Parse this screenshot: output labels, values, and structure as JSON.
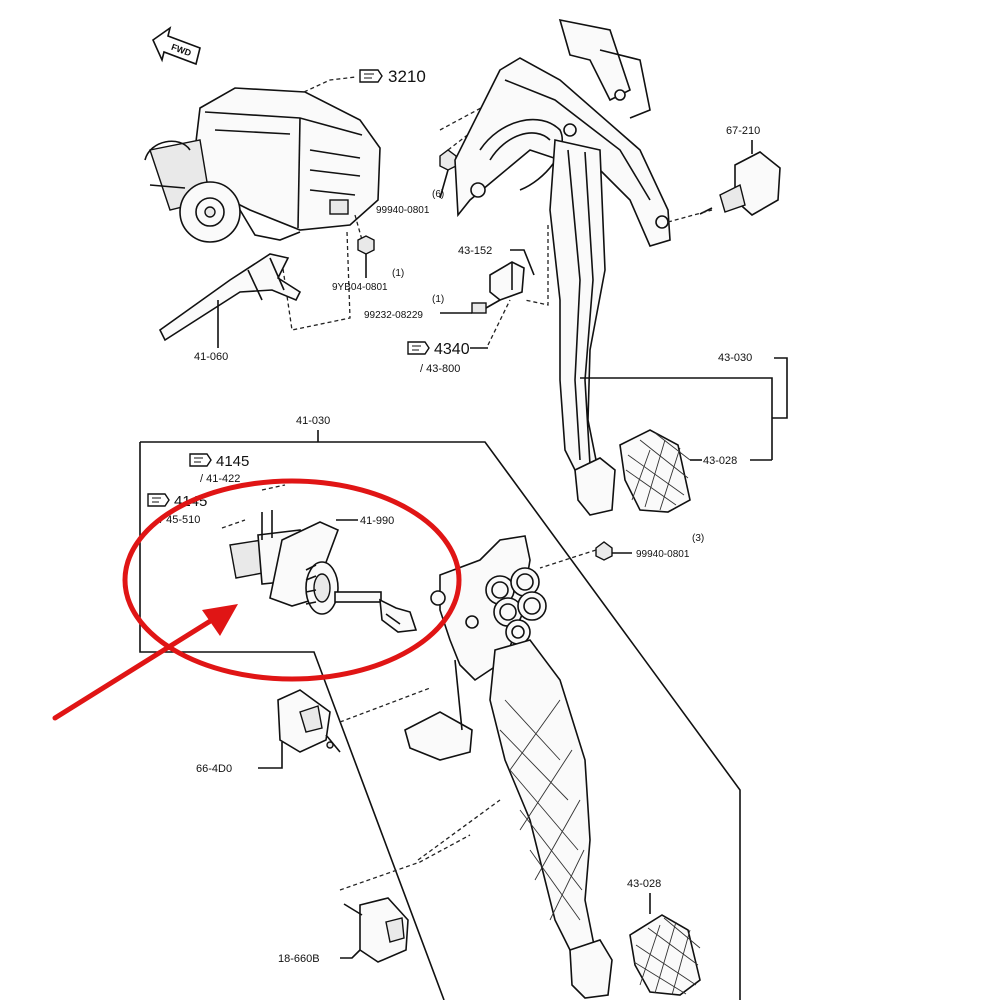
{
  "labels": {
    "fwd": "FWD",
    "p3210": "3210",
    "p67_210": "67-210",
    "p99940_0801_a": "99940-0801",
    "qty_6": "(6)",
    "p43_152": "43-152",
    "p9yb04_0801": "9YB04-0801",
    "qty_1a": "(1)",
    "p99232_08229": "99232-08229",
    "qty_1b": "(1)",
    "p4340": "4340",
    "p43_800": "/ 43-800",
    "p41_060": "41-060",
    "p43_030": "43-030",
    "p43_028_a": "43-028",
    "p41_030": "41-030",
    "p4145": "4145",
    "p41_422": "/ 41-422",
    "p4145b": "4145",
    "p45_510": "/ 45-510",
    "p41_990": "41-990",
    "qty_3": "(3)",
    "p99940_0801_b": "99940-0801",
    "p66_4d0": "66-4D0",
    "p43_028_b": "43-028",
    "p18_660b": "18-660B"
  },
  "colors": {
    "line": "#111111",
    "highlight": "#e01515",
    "background": "#ffffff"
  },
  "icons": {
    "reference": "page-reference-icon",
    "forward": "forward-arrow-icon"
  }
}
